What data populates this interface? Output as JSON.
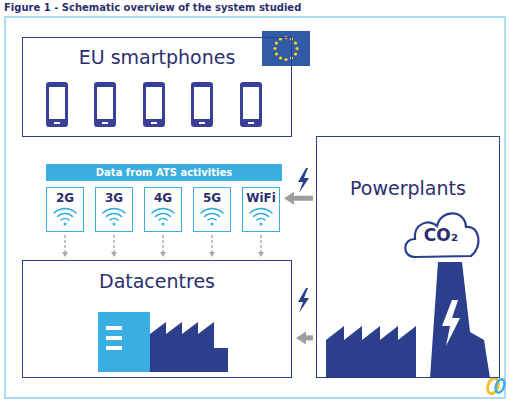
{
  "diagram": {
    "title": "Figure 1 - Schematic overview of the system studied",
    "nodes": [
      {
        "text": [
          "EU smartphones"
        ]
      },
      {
        "text": [
          "Data from ATS activities"
        ]
      },
      {
        "text": [
          "2G"
        ]
      },
      {
        "text": [
          "3G"
        ]
      },
      {
        "text": [
          "4G"
        ]
      },
      {
        "text": [
          "5G"
        ]
      },
      {
        "text": [
          "WiFi"
        ]
      },
      {
        "text": [
          "Powerplants"
        ]
      },
      {
        "text": [
          "CO₂"
        ],
        "in": 7
      },
      {
        "text": [
          "Datacentres"
        ]
      }
    ],
    "edges": [
      {
        "from": 2,
        "to": 9,
        "arrow": "to"
      },
      {
        "from": 3,
        "to": 9,
        "arrow": "to"
      },
      {
        "from": 4,
        "to": 9,
        "arrow": "to"
      },
      {
        "from": 5,
        "to": 9,
        "arrow": "to"
      },
      {
        "from": 6,
        "to": 9,
        "arrow": "to"
      },
      {
        "from": 7,
        "to": 6,
        "arrow": "to"
      },
      {
        "from": 7,
        "to": 9,
        "arrow": "to"
      }
    ]
  }
}
